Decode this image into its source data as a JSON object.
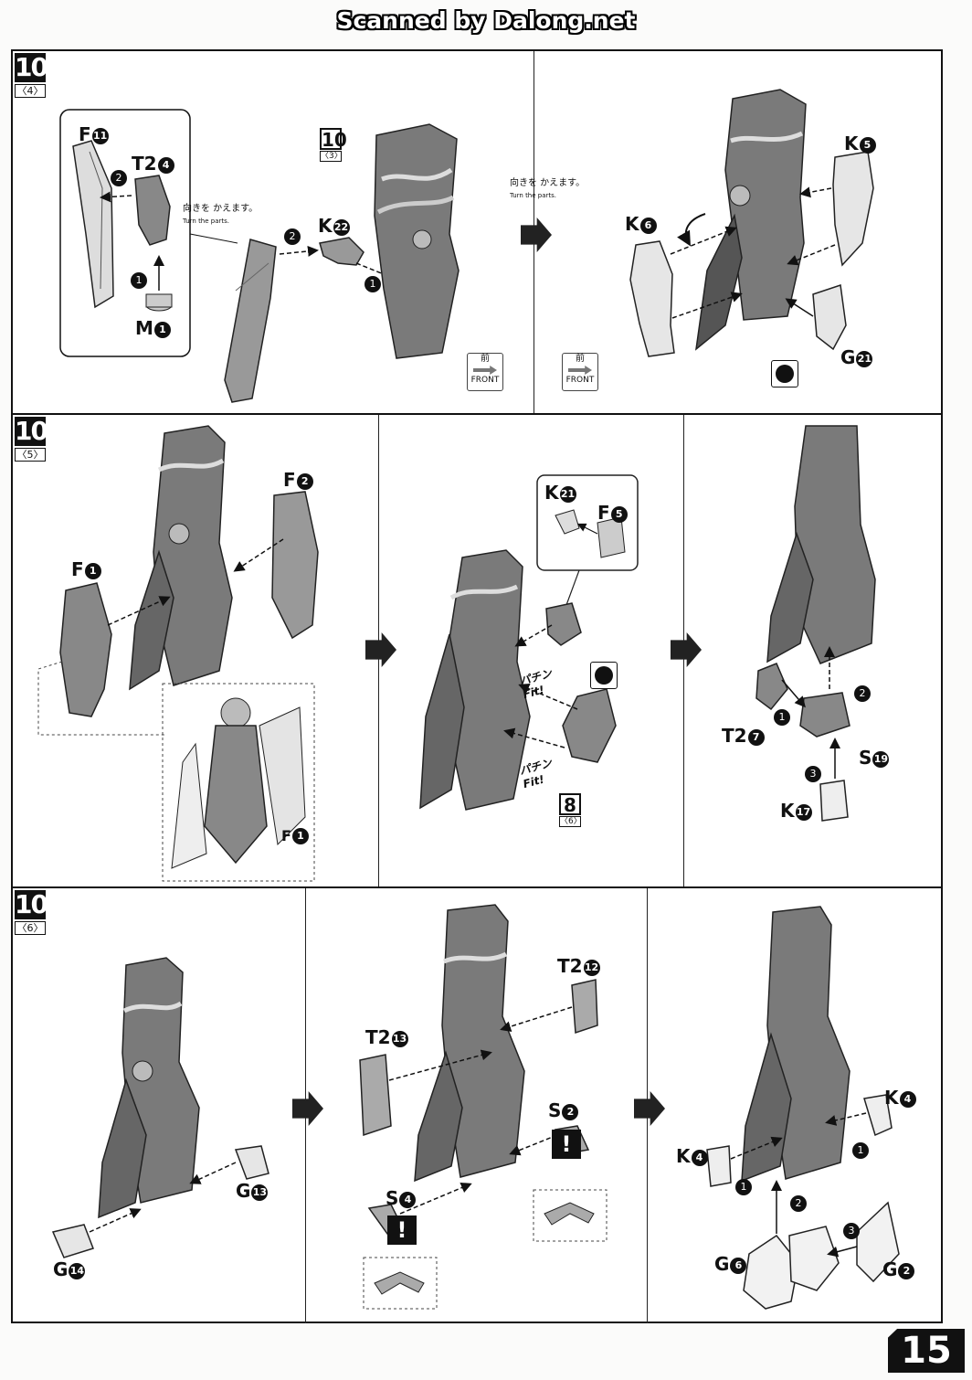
{
  "header": {
    "scan_credit": "Scanned by Dalong.net"
  },
  "steps": [
    {
      "number": "10",
      "sub": "〈4〉"
    },
    {
      "number": "10",
      "sub": "〈5〉"
    },
    {
      "number": "10",
      "sub": "〈6〉"
    }
  ],
  "refs": {
    "r1": {
      "number": "10",
      "sub": "〈3〉"
    },
    "r2": {
      "number": "8",
      "sub": "〈6〉"
    }
  },
  "notes": {
    "turn_jp": "向きを かえます。",
    "turn_en": "Turn the parts.",
    "front_jp": "前",
    "front_en": "FRONT",
    "fit_jp": "パチン",
    "fit_en": "Fit!"
  },
  "order_marks": [
    "1",
    "2",
    "3"
  ],
  "part_labels": {
    "s1": [
      {
        "letter": "F",
        "num": "11"
      },
      {
        "letter": "T2",
        "num": "4"
      },
      {
        "letter": "M",
        "num": "1"
      },
      {
        "letter": "K",
        "num": "22"
      },
      {
        "letter": "K",
        "num": "5"
      },
      {
        "letter": "K",
        "num": "6"
      },
      {
        "letter": "G",
        "num": "21"
      }
    ],
    "s2": [
      {
        "letter": "F",
        "num": "2"
      },
      {
        "letter": "F",
        "num": "1"
      },
      {
        "letter": "F",
        "num": "1"
      },
      {
        "letter": "K",
        "num": "21"
      },
      {
        "letter": "F",
        "num": "5"
      },
      {
        "letter": "T2",
        "num": "7"
      },
      {
        "letter": "S",
        "num": "19"
      },
      {
        "letter": "K",
        "num": "17"
      }
    ],
    "s3": [
      {
        "letter": "G",
        "num": "13"
      },
      {
        "letter": "G",
        "num": "14"
      },
      {
        "letter": "T2",
        "num": "12"
      },
      {
        "letter": "T2",
        "num": "13"
      },
      {
        "letter": "S",
        "num": "2"
      },
      {
        "letter": "S",
        "num": "4"
      },
      {
        "letter": "K",
        "num": "4"
      },
      {
        "letter": "K",
        "num": "4"
      },
      {
        "letter": "G",
        "num": "6"
      },
      {
        "letter": "G",
        "num": "2"
      }
    ]
  },
  "warning_symbol": "!",
  "page_number": "15"
}
